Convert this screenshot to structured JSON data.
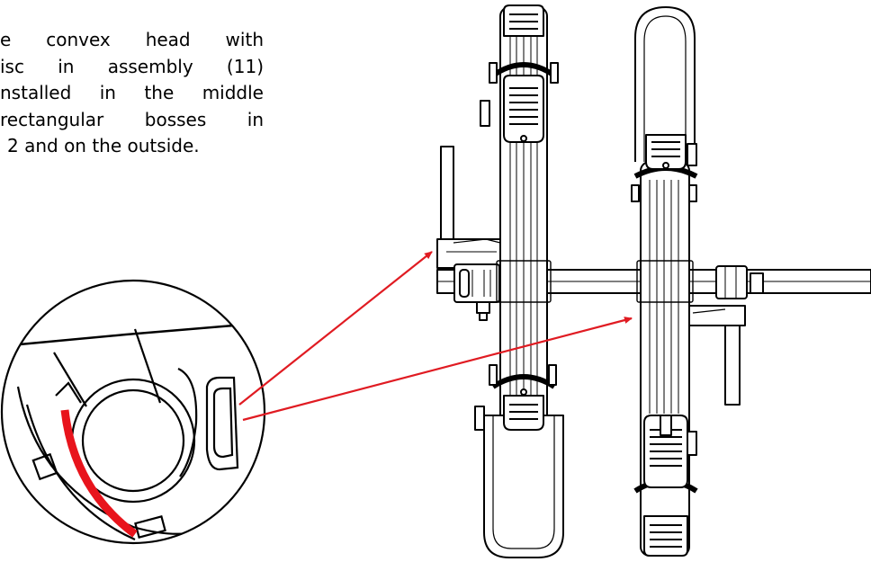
{
  "instruction": {
    "lines": [
      "e convex head with",
      "isc in assembly (11)",
      "nstalled in the middle",
      "rectangular bosses in",
      "2 and on the outside."
    ]
  },
  "colors": {
    "line": "#000000",
    "highlight": "#e8141c",
    "arrow": "#e01b22",
    "background": "#ffffff"
  }
}
